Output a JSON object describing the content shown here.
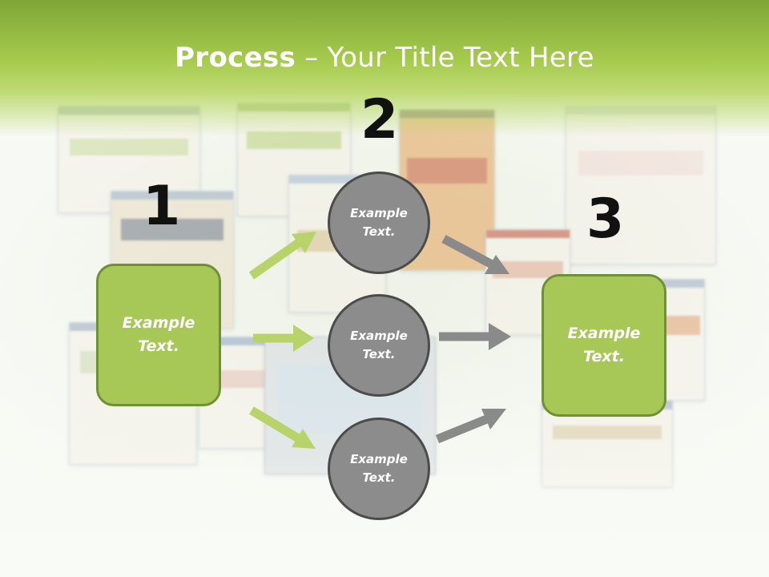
{
  "slide": {
    "title_bold": "Process",
    "title_rest": " – Your Title Text Here"
  },
  "steps": [
    {
      "number": "1",
      "text": "Example Text."
    },
    {
      "number": "2",
      "text": "Example Text."
    },
    {
      "number": "3",
      "text": "Example Text."
    }
  ],
  "circles": [
    {
      "text": "Example Text."
    },
    {
      "text": "Example Text."
    },
    {
      "text": "Example Text."
    }
  ],
  "colors": {
    "green_fill": "#a7c757",
    "green_border": "#6f9135",
    "green_arrow": "#b7d36a",
    "gray_fill": "#8c8c8c",
    "gray_border": "#4b4b4b",
    "gray_arrow": "#8a8a8a",
    "header": "#a6cb4d"
  }
}
